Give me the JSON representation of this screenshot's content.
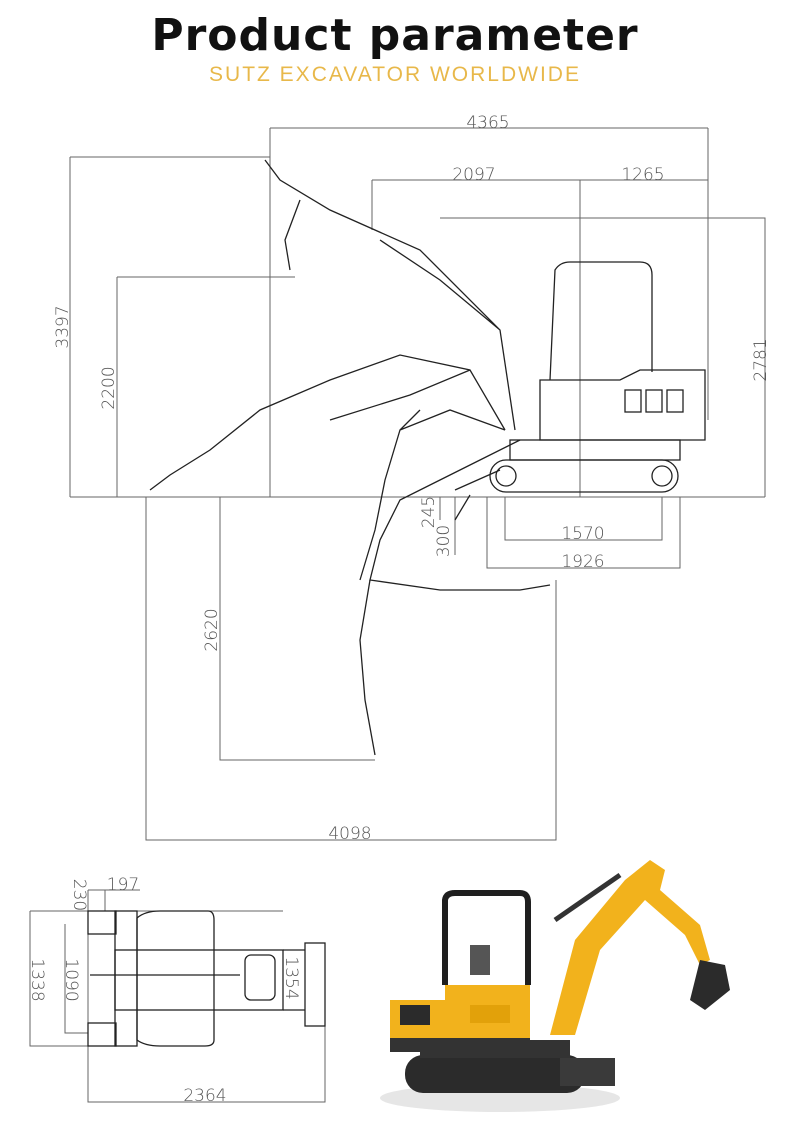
{
  "header": {
    "title": "Product parameter",
    "subtitle": "SUTZ EXCAVATOR WORLDWIDE"
  },
  "side_view_dimensions": {
    "overall_reach_width": "4365",
    "cab_to_boom": "2097",
    "cab_rear": "1265",
    "max_digging_height": "3397",
    "max_dump_height": "2200",
    "overall_height": "2781",
    "blade_lift": "245",
    "blade_depth": "300",
    "track_ground_length": "1570",
    "track_length": "1926",
    "max_digging_depth": "2620",
    "max_digging_reach_ground": "4098"
  },
  "top_view_dimensions": {
    "offset_a": "197",
    "offset_b": "230",
    "overall_width": "1338",
    "track_gauge": "1090",
    "blade_width": "1354",
    "overall_length": "2364"
  },
  "colors": {
    "accent": "#e8b84a",
    "machine_yellow": "#f2b21c",
    "machine_dark": "#2b2b2b"
  }
}
